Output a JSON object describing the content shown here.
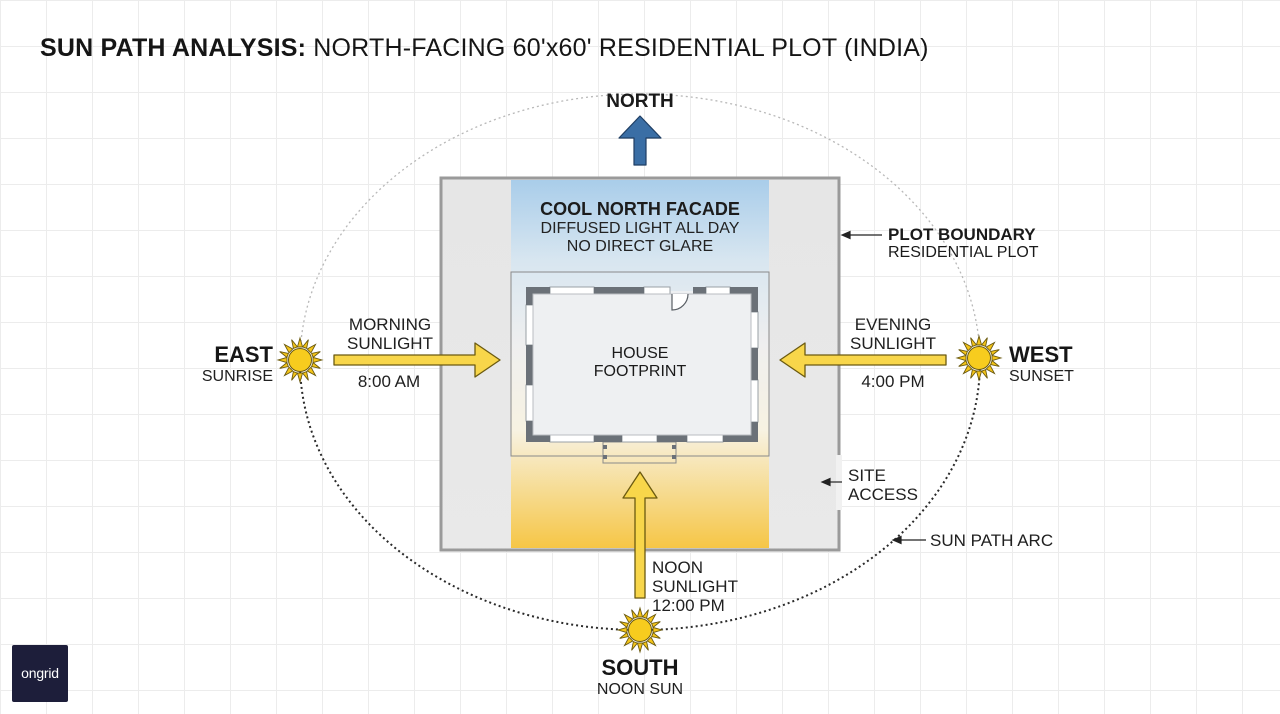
{
  "title": {
    "bold": "SUN PATH ANALYSIS:",
    "rest": " NORTH-FACING 60'x60' RESIDENTIAL PLOT (INDIA)"
  },
  "north": {
    "label": "NORTH"
  },
  "north_facade": {
    "heading": "COOL NORTH FACADE",
    "line1": "DIFFUSED LIGHT ALL DAY",
    "line2": "NO DIRECT GLARE"
  },
  "plot_boundary": {
    "line1": "PLOT BOUNDARY",
    "line2": "RESIDENTIAL PLOT"
  },
  "house": {
    "line1": "HOUSE",
    "line2": "FOOTPRINT"
  },
  "east": {
    "label": "EAST",
    "sub": "SUNRISE",
    "light1": "MORNING",
    "light2": "SUNLIGHT",
    "time": "8:00 AM"
  },
  "west": {
    "label": "WEST",
    "sub": "SUNSET",
    "light1": "EVENING",
    "light2": "SUNLIGHT",
    "time": "4:00 PM"
  },
  "south": {
    "label": "SOUTH",
    "sub": "NOON SUN",
    "light1": "NOON",
    "light2": "SUNLIGHT",
    "time": "12:00 PM"
  },
  "site_access": {
    "line1": "SITE",
    "line2": "ACCESS"
  },
  "sun_path": {
    "label": "SUN PATH ARC"
  },
  "logo": {
    "text": "ongrid"
  },
  "colors": {
    "sun": "#f5c518",
    "arrow": "#f8d64a",
    "north_arrow": "#3a6ea5",
    "plot_border": "#9a9a9a",
    "wall": "#6b7178"
  }
}
